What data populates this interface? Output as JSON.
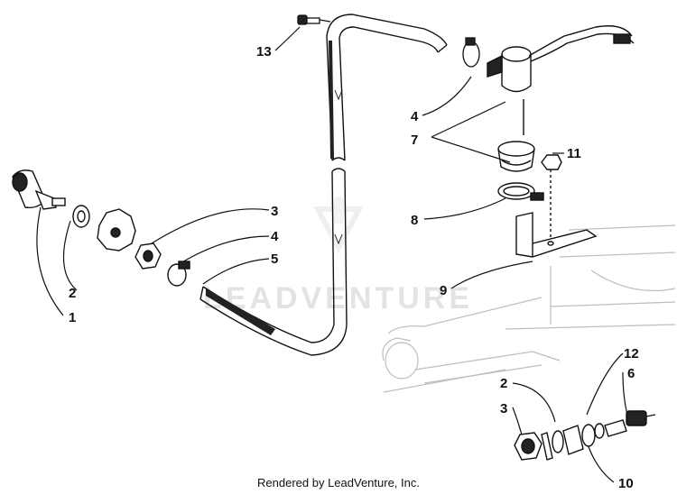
{
  "diagram": {
    "watermark": "LEADVENTURE",
    "footer": "Rendered by LeadVenture, Inc.",
    "callouts": {
      "c13": "13",
      "c4_top": "4",
      "c7": "7",
      "c11": "11",
      "c8": "8",
      "c9": "9",
      "c3_left": "3",
      "c4_left": "4",
      "c5": "5",
      "c2_left": "2",
      "c1": "1",
      "c12": "12",
      "c6": "6",
      "c2_right": "2",
      "c3_right": "3",
      "c10": "10"
    }
  }
}
